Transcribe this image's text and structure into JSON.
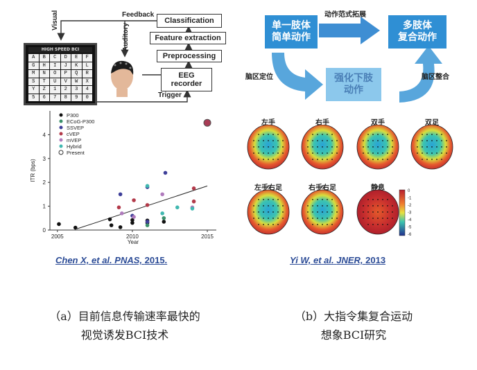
{
  "panel_a": {
    "flow": {
      "classification": "Classification",
      "feature_extraction": "Feature extraction",
      "preprocessing": "Preprocessing",
      "eeg_recorder_1": "EEG",
      "eeg_recorder_2": "recorder",
      "feedback": "Feedback",
      "visual": "Visual",
      "auditory": "Auditory",
      "trigger": "Trigger"
    },
    "speller": {
      "title": "HIGH SPEED BCI",
      "letters": [
        "A",
        "B",
        "C",
        "D",
        "E",
        "F",
        "G",
        "H",
        "I",
        "J",
        "K",
        "L",
        "M",
        "N",
        "O",
        "P",
        "Q",
        "R",
        "S",
        "T",
        "U",
        "V",
        "W",
        "X",
        "Y",
        "Z",
        "1",
        "2",
        "3",
        "4",
        "5",
        "6",
        "7",
        "8",
        "9",
        "0"
      ]
    },
    "citation": {
      "authors": "Chen X,",
      "etal": "et al.",
      "journal": "PNAS,",
      "year": "2015."
    }
  },
  "panel_b": {
    "flow": {
      "simple": "单一肢体\n简单动作",
      "complex": "多肢体\n复合动作",
      "middle": "强化下肢\n动作",
      "expand": "动作范式拓展",
      "localize": "脑区定位",
      "integrate": "脑区整合"
    },
    "topomaps": {
      "row1": [
        "左手",
        "右手",
        "双手",
        "双足"
      ],
      "row2": [
        "左手右足",
        "右手右足",
        "静息"
      ],
      "colorbar_ticks": [
        "0",
        "-1",
        "-2",
        "-3",
        "-4",
        "-5",
        "-6"
      ]
    },
    "citation": {
      "authors": "Yi W,",
      "etal": "et al.",
      "journal": "JNER,",
      "year": "2013"
    }
  },
  "captions": {
    "a_line1": "（a）目前信息传输速率最快的",
    "a_line2": "视觉诱发BCI技术",
    "b_line1": "（b）大指令集复合运动",
    "b_line2": "想象BCI研究"
  },
  "chart_data": {
    "type": "scatter",
    "xlabel": "Year",
    "ylabel": "ITR (bps)",
    "xlim": [
      2004.5,
      2015.6
    ],
    "ylim": [
      0,
      5
    ],
    "xticks": [
      2005,
      2010,
      2015
    ],
    "yticks": [
      0,
      1,
      2,
      3,
      4
    ],
    "legend_position": "top-left",
    "series": [
      {
        "name": "P300",
        "color": "#111111",
        "points": [
          [
            2005.1,
            0.25
          ],
          [
            2006.2,
            0.1
          ],
          [
            2008.5,
            0.45
          ],
          [
            2008.6,
            0.2
          ],
          [
            2009.2,
            0.12
          ],
          [
            2010.0,
            0.3
          ],
          [
            2010.0,
            0.42
          ],
          [
            2011.0,
            0.3
          ],
          [
            2011.0,
            0.4
          ],
          [
            2012.1,
            0.35
          ]
        ]
      },
      {
        "name": "ECoG-P300",
        "color": "#3a8f6a",
        "points": [
          [
            2011.0,
            0.2
          ],
          [
            2012.1,
            0.5
          ]
        ]
      },
      {
        "name": "SSVEP",
        "color": "#3e3f99",
        "points": [
          [
            2009.2,
            1.5
          ],
          [
            2011.0,
            1.8
          ],
          [
            2012.2,
            2.4
          ],
          [
            2010.0,
            0.6
          ],
          [
            2011.0,
            0.35
          ]
        ]
      },
      {
        "name": "cVEP",
        "color": "#b33a4a",
        "points": [
          [
            2009.1,
            0.95
          ],
          [
            2010.1,
            1.25
          ],
          [
            2011.0,
            1.05
          ],
          [
            2014.1,
            1.75
          ],
          [
            2014.1,
            1.2
          ]
        ]
      },
      {
        "name": "mVEP",
        "color": "#b07bbd",
        "points": [
          [
            2009.3,
            0.7
          ],
          [
            2010.1,
            0.55
          ],
          [
            2012.0,
            1.5
          ],
          [
            2014.0,
            0.95
          ]
        ]
      },
      {
        "name": "Hybrid",
        "color": "#41b8b0",
        "points": [
          [
            2011.0,
            1.85
          ],
          [
            2012.0,
            0.7
          ],
          [
            2013.0,
            0.95
          ],
          [
            2014.0,
            0.9
          ]
        ]
      },
      {
        "name": "Present",
        "color": "#a83b55",
        "points": [
          [
            2015.0,
            4.5
          ]
        ]
      }
    ],
    "trendline": [
      [
        2006.3,
        0.05
      ],
      [
        2015.0,
        1.85
      ]
    ]
  }
}
